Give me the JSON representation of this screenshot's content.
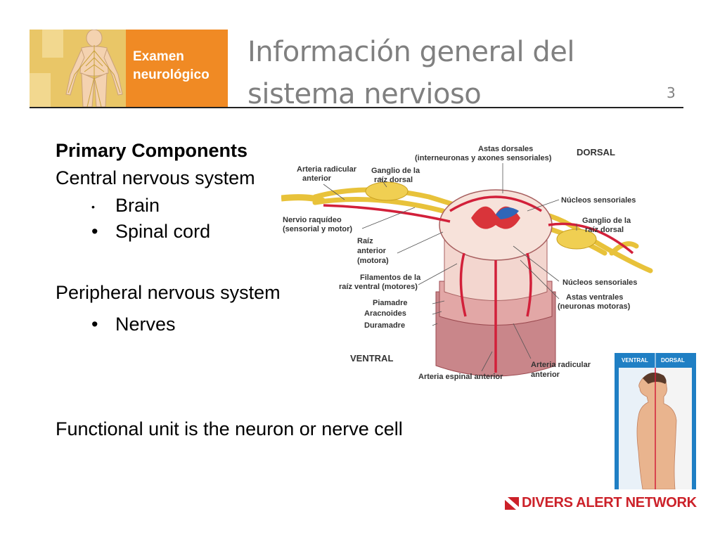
{
  "badge": {
    "line1": "Examen",
    "line2": "neurológico"
  },
  "title": {
    "line1": "Información general del",
    "line2": "sistema nervioso"
  },
  "slide_number": "3",
  "content": {
    "heading": "Primary Components",
    "cns_label": "Central nervous system",
    "cns_items": [
      "Brain",
      "Spinal cord"
    ],
    "pns_label": "Peripheral nervous system",
    "pns_items": [
      "Nerves"
    ],
    "functional_unit": "Functional unit is the neuron or nerve cell"
  },
  "diagram": {
    "labels": {
      "dorsal": "DORSAL",
      "ventral": "VENTRAL",
      "astas_dorsales_1": "Astas dorsales",
      "astas_dorsales_2": "(interneuronas y axones sensoriales)",
      "arteria_radicular_1": "Arteria radicular",
      "arteria_radicular_2": "anterior",
      "ganglio_left_1": "Ganglio de la",
      "ganglio_left_2": "raíz dorsal",
      "nucleos": "Núcleos sensoriales",
      "ganglio_right_1": "Ganglio de la",
      "ganglio_right_2": "raíz dorsal",
      "nervio_1": "Nervio raquídeo",
      "nervio_2": "(sensorial y motor)",
      "raiz_1": "Raíz",
      "raiz_2": "anterior",
      "raiz_3": "(motora)",
      "filamentos_1": "Filamentos de la",
      "filamentos_2": "raíz ventral (motores)",
      "piamadre": "Piamadre",
      "aracnoides": "Aracnoides",
      "duramadre": "Duramadre",
      "nucleos_2": "Núcleos sensoriales",
      "astas_ventrales_1": "Astas ventrales",
      "astas_ventrales_2": "(neuronas motoras)",
      "arteria_radicular_b1": "Arteria radicular",
      "arteria_radicular_b2": "anterior",
      "arteria_espinal": "Arteria espinal anterior"
    }
  },
  "body_figure": {
    "left_label": "VENTRAL",
    "right_label": "DORSAL"
  },
  "logo": {
    "text": "DIVERS ALERT NETWORK"
  },
  "colors": {
    "badge_orange": "#f08a24",
    "badge_yellow": "#e9c667",
    "title_gray": "#808080",
    "dan_red": "#cc2129",
    "body_fig_blue": "#1f7fc4"
  }
}
